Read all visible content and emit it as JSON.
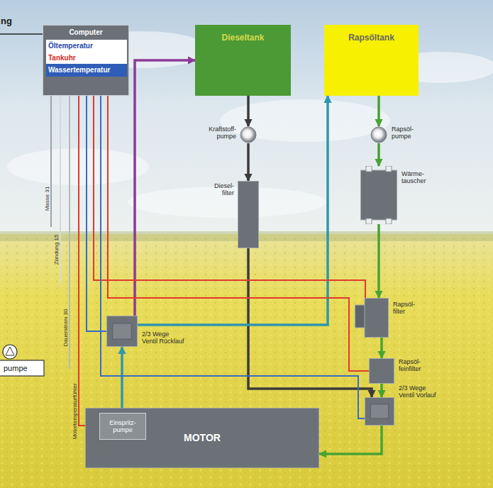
{
  "diagram": {
    "nodes": [
      {
        "text": [
          "Computer"
        ]
      },
      {
        "text": [
          "Öltemperatur"
        ],
        "in": 0
      },
      {
        "text": [
          "Tankuhr"
        ],
        "in": 0
      },
      {
        "text": [
          "Wassertemperatur"
        ],
        "in": 0
      },
      {
        "text": [
          "Dieseltank"
        ]
      },
      {
        "text": [
          "Rapsöltank"
        ]
      },
      {
        "text": [
          "Kraftstoff- pumpe"
        ]
      },
      {
        "text": [
          "Diesel- filter"
        ]
      },
      {
        "text": [
          "Rapsöl- pumpe"
        ]
      },
      {
        "text": [
          "Wärme- tauscher"
        ]
      },
      {
        "text": [
          "Rapsöl- filter"
        ]
      },
      {
        "text": [
          "Rapsöl- feinfilter"
        ]
      },
      {
        "text": [
          "2/3 Wege Ventil Vorlauf"
        ]
      },
      {
        "text": [
          "2/3 Wege Ventil Rücklauf"
        ]
      },
      {
        "text": [
          "MOTOR"
        ]
      },
      {
        "text": [
          "Einspritz- pumpe"
        ],
        "in": 14
      }
    ],
    "edges": [
      {
        "from": 4,
        "to": 6,
        "arrow": "to"
      },
      {
        "from": 6,
        "to": 7,
        "arrow": "to"
      },
      {
        "from": 7,
        "to": 12,
        "arrow": "to"
      },
      {
        "from": 5,
        "to": 8,
        "arrow": "to"
      },
      {
        "from": 8,
        "to": 9,
        "arrow": "to"
      },
      {
        "from": 9,
        "to": 10,
        "arrow": "to"
      },
      {
        "from": 10,
        "to": 11,
        "arrow": "to"
      },
      {
        "from": 11,
        "to": 12,
        "arrow": "to"
      },
      {
        "from": 12,
        "to": 14,
        "arrow": "to"
      },
      {
        "from": 15,
        "to": 13,
        "arrow": "to"
      },
      {
        "from": 13,
        "to": 5,
        "arrow": "to"
      },
      {
        "from": 13,
        "to": 4,
        "arrow": "to"
      },
      {
        "from": 0,
        "to": 15,
        "arrow": "none"
      },
      {
        "from": 0,
        "to": 13,
        "arrow": "none"
      },
      {
        "from": 0,
        "to": 10,
        "arrow": "none"
      },
      {
        "from": 0,
        "to": 12,
        "arrow": "none"
      },
      {
        "from": 0,
        "to": 11,
        "arrow": "none"
      }
    ],
    "labels": [
      "ng",
      "pumpe",
      "Masse 31",
      "Zündung 15",
      "Dauerstrom 30",
      "Motortemperaturfühler"
    ]
  }
}
